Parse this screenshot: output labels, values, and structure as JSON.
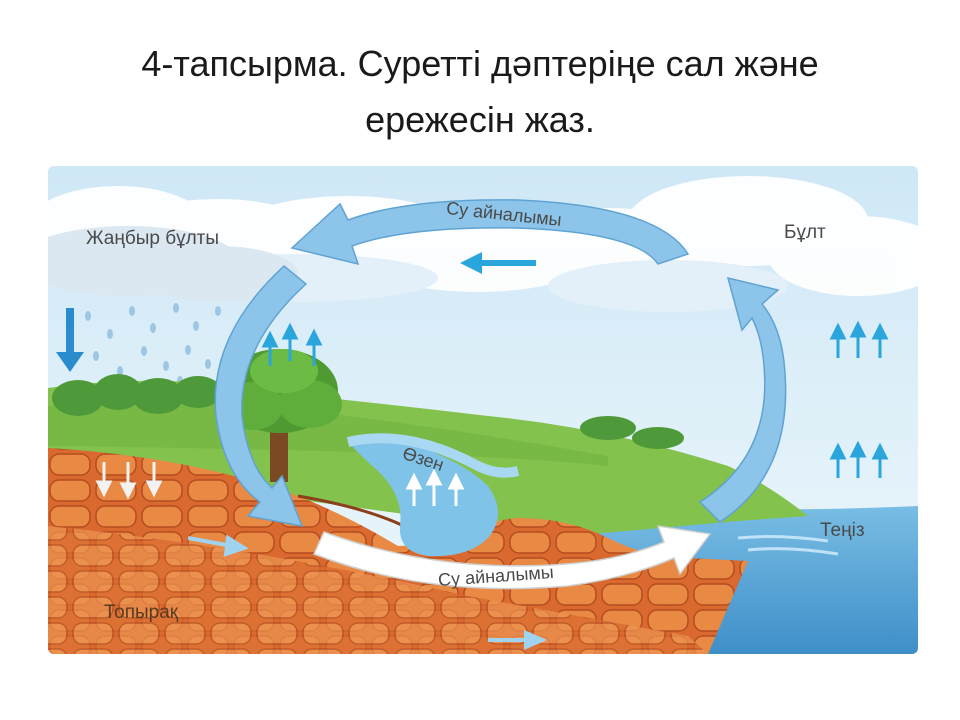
{
  "slide": {
    "title_line1": "4-тапсырма. Суретті дәптеріңе сал және",
    "title_line2": "ережесін жаз."
  },
  "diagram": {
    "labels": {
      "rain_cloud": "Жаңбыр бұлты",
      "cloud": "Бұлт",
      "river": "Өзен",
      "sea": "Теңіз",
      "soil": "Топырақ",
      "cycle_top": "Су айналымы",
      "cycle_bottom": "Су айналымы"
    },
    "colors": {
      "sky": "#d6ecf8",
      "arrow_blue": "#8cc4ea",
      "arrow_white": "#ffffff",
      "grass": "#7cc04a",
      "soil": "#d8642a",
      "sea": "#5fa8d8",
      "flow_arrow": "#2aa6dc"
    }
  }
}
